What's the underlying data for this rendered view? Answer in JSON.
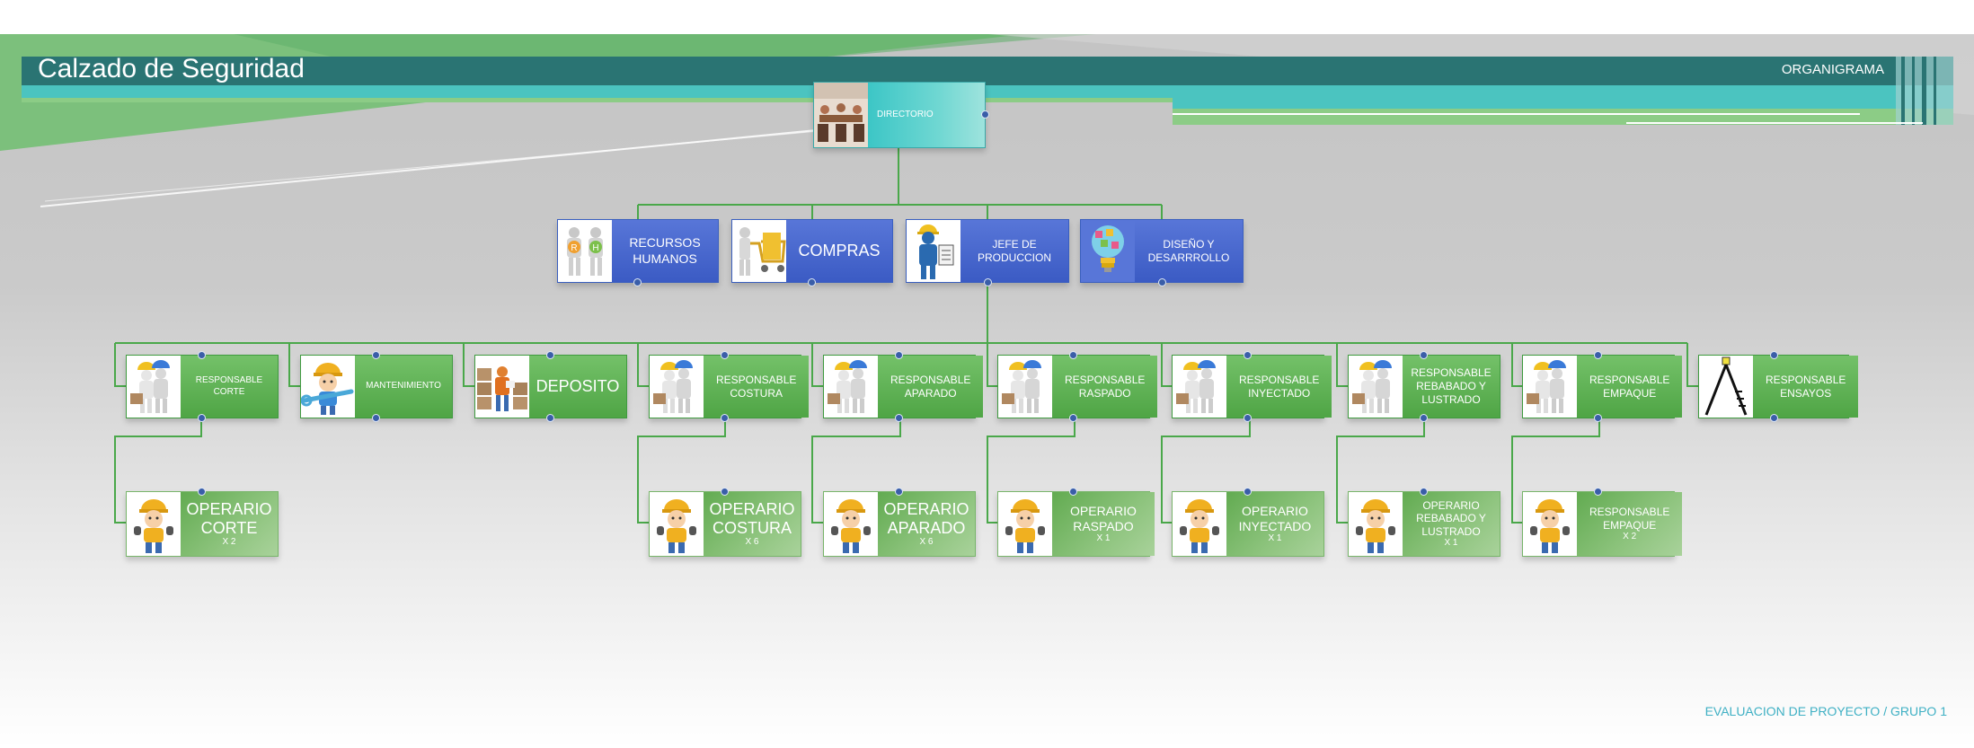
{
  "header": {
    "title": "Calzado de Seguridad",
    "section": "ORGANIGRAMA"
  },
  "footer": "EVALUACION DE PROYECTO / GRUPO 1",
  "colors": {
    "title_bar": "#2a7473",
    "accent_teal": "#4bc4c0",
    "accent_green": "#6fba6f",
    "node_green": "#5bb14f",
    "node_blue": "#4a68d0",
    "connector": "#4aa84a"
  },
  "nodes": {
    "directorio": {
      "label": "DIRECTORIO",
      "icon": "meeting-room-icon"
    },
    "rrhh": {
      "label": "RECURSOS HUMANOS",
      "icon": "rh-people-icon"
    },
    "compras": {
      "label": "COMPRAS",
      "icon": "shopping-cart-icon"
    },
    "jefe": {
      "label": "JEFE DE PRODUCCION",
      "icon": "supervisor-clipboard-icon"
    },
    "diseno": {
      "label": "DISEÑO Y DESARRROLLO",
      "icon": "lightbulb-icon"
    },
    "resp_corte": {
      "label": "RESPONSABLE CORTE",
      "icon": "construction-workers-icon"
    },
    "mantenimiento": {
      "label": "MANTENIMIENTO",
      "icon": "wrench-worker-icon"
    },
    "deposito": {
      "label": "DEPOSITO",
      "icon": "warehouse-boxes-icon"
    },
    "resp_costura": {
      "label": "RESPONSABLE COSTURA",
      "icon": "construction-workers-icon"
    },
    "resp_aparado": {
      "label": "RESPONSABLE APARADO",
      "icon": "construction-workers-icon"
    },
    "resp_raspado": {
      "label": "RESPONSABLE RASPADO",
      "icon": "construction-workers-icon"
    },
    "resp_inyectado": {
      "label": "RESPONSABLE INYECTADO",
      "icon": "construction-workers-icon"
    },
    "resp_rebabado": {
      "label": "RESPONSABLE REBABADO Y LUSTRADO",
      "icon": "construction-workers-icon"
    },
    "resp_empaque": {
      "label": "RESPONSABLE EMPAQUE",
      "icon": "construction-workers-icon"
    },
    "resp_ensayos": {
      "label": "RESPONSABLE ENSAYOS",
      "icon": "compass-drafting-icon"
    },
    "op_corte": {
      "label": "OPERARIO CORTE",
      "count": "X 2",
      "icon": "worker-helmet-icon"
    },
    "op_costura": {
      "label": "OPERARIO COSTURA",
      "count": "X 6",
      "icon": "worker-helmet-icon"
    },
    "op_aparado": {
      "label": "OPERARIO APARADO",
      "count": "X 6",
      "icon": "worker-helmet-icon"
    },
    "op_raspado": {
      "label": "OPERARIO RASPADO",
      "count": "X 1",
      "icon": "worker-helmet-icon"
    },
    "op_inyectado": {
      "label": "OPERARIO INYECTADO",
      "count": "X 1",
      "icon": "worker-helmet-icon"
    },
    "op_rebabado": {
      "label": "OPERARIO REBABADO Y LUSTRADO",
      "count": "X 1",
      "icon": "worker-helmet-icon"
    },
    "op_empaque": {
      "label": "RESPONSABLE EMPAQUE",
      "count": "X 2",
      "icon": "worker-helmet-icon"
    }
  }
}
